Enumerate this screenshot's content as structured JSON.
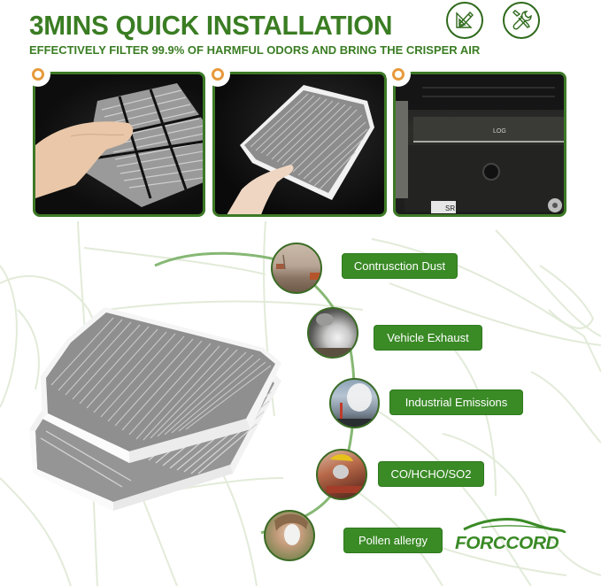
{
  "header": {
    "title": "3MINS QUICK INSTALLATION",
    "subtitle": "EFFECTIVELY FILTER 99.9% OF HARMFUL ODORS AND BRING THE CRISPER AIR",
    "icons": [
      {
        "name": "ruler-pencil-icon"
      },
      {
        "name": "wrench-screwdriver-icon"
      }
    ]
  },
  "steps": [
    {
      "index": 1,
      "description": "Hand removing old cabin filter from housing"
    },
    {
      "index": 2,
      "description": "Hand holding new carbon cabin filter"
    },
    {
      "index": 3,
      "description": "Cabin filter compartment behind glovebox",
      "housing_labels": [
        "LOG",
        "SR"
      ]
    }
  ],
  "pollutants": [
    {
      "label": "Contrusction Dust"
    },
    {
      "label": "Vehicle Exhaust"
    },
    {
      "label": "Industrial Emissions"
    },
    {
      "label": "CO/HCHO/SO2"
    },
    {
      "label": "Pollen allergy"
    }
  ],
  "brand": {
    "name": "FORCCORD"
  },
  "colors": {
    "brand_green": "#3a8a26",
    "title_green": "#3a7d23",
    "step_border": "#3d7a26",
    "step_marker": "#e79a3c",
    "bg_line": "#dfe9d6"
  }
}
